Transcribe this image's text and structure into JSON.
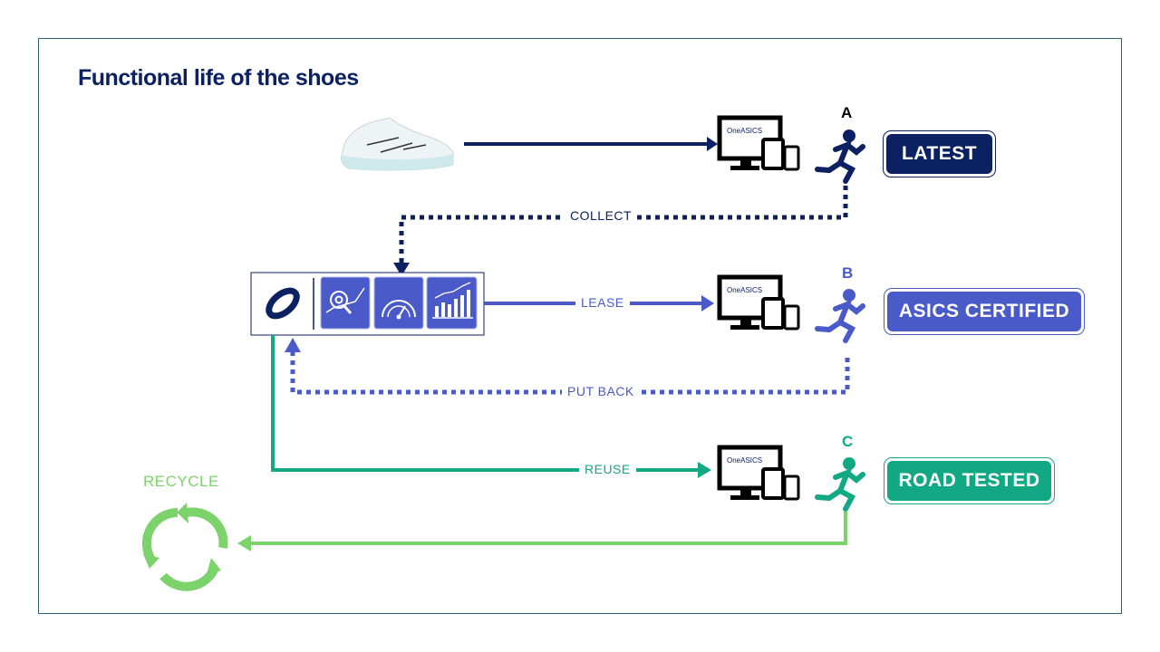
{
  "title": "Functional life of the shoes",
  "colors": {
    "navy": "#0b2161",
    "blue": "#4a5ac9",
    "teal": "#12a884",
    "green": "#7dd36b",
    "frame": "#2f5d73"
  },
  "rows": [
    {
      "letter": "A",
      "badge": "LATEST",
      "device_label": "OneASICS"
    },
    {
      "letter": "B",
      "badge": "ASICS CERTIFIED",
      "device_label": "OneASICS"
    },
    {
      "letter": "C",
      "badge": "ROAD TESTED",
      "device_label": "OneASICS"
    }
  ],
  "flows": {
    "collect": "COLLECT",
    "lease": "LEASE",
    "put_back": "PUT BACK",
    "reuse": "REUSE",
    "recycle": "RECYCLE"
  },
  "hub": {
    "icons": [
      "asics-logo-icon",
      "magnify-analytics-icon",
      "speedometer-icon",
      "bar-chart-icon"
    ]
  }
}
